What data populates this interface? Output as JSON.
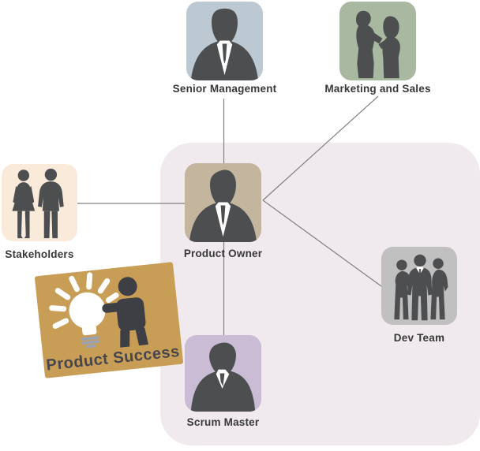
{
  "diagram": {
    "colors": {
      "canvas_background": "#ffffff",
      "panel_background": "#f0eaee",
      "connector_line": "#808080",
      "silhouette": "#4d4e50",
      "label_text": "#383838"
    },
    "nodes": [
      {
        "id": "senior-management",
        "label": "Senior Management",
        "color": "#bcc9d3",
        "icon": "businessman-silhouette"
      },
      {
        "id": "marketing-sales",
        "label": "Marketing and Sales",
        "color": "#a9b8a0",
        "icon": "two-people-talking-silhouette"
      },
      {
        "id": "stakeholders",
        "label": "Stakeholders",
        "color": "#f9ead9",
        "icon": "man-and-woman-standing-silhouette"
      },
      {
        "id": "product-owner",
        "label": "Product Owner",
        "color": "#c4b59e",
        "icon": "businessman-silhouette"
      },
      {
        "id": "scrum-master",
        "label": "Scrum Master",
        "color": "#c9bcd4",
        "icon": "man-arms-crossed-silhouette"
      },
      {
        "id": "dev-team",
        "label": "Dev Team",
        "color": "#c1c0c1",
        "icon": "three-businessmen-silhouette"
      }
    ],
    "connections": [
      {
        "from": "senior-management",
        "to": "product-owner"
      },
      {
        "from": "stakeholders",
        "to": "product-owner"
      },
      {
        "from": "marketing-sales",
        "to": "product-owner"
      },
      {
        "from": "product-owner",
        "to": "dev-team"
      },
      {
        "from": "product-owner",
        "to": "scrum-master"
      }
    ],
    "card": {
      "label": "Product Success",
      "color": "#c89e57",
      "text_color": "#46464c",
      "icon": "lightbulb-and-person-icon",
      "bulb_color": "#ffffff",
      "bulb_base_color": "#99a1b3",
      "person_color": "#3e3f44"
    }
  }
}
